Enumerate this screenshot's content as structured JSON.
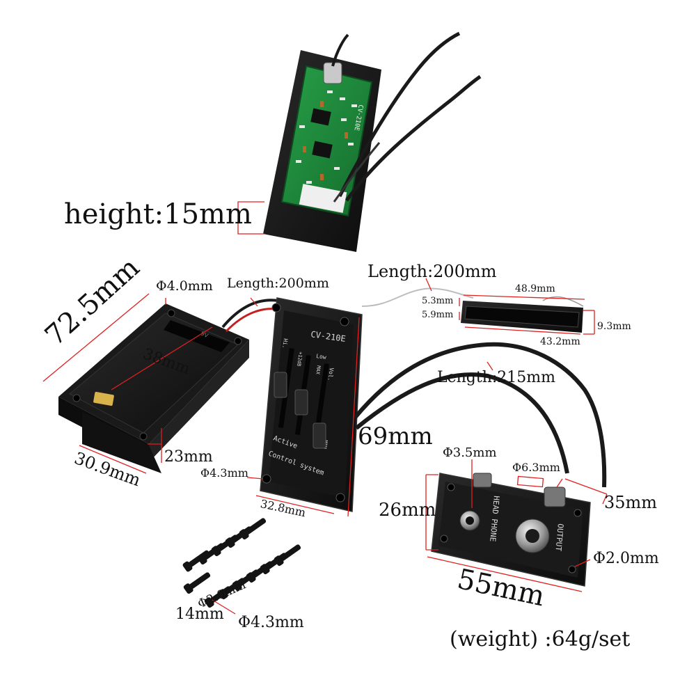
{
  "product": {
    "preamp_model": "CV-210E",
    "panel_labels": {
      "hi": "Hi.",
      "low": "Low",
      "boost_cut": "+12dB",
      "max": "MAX",
      "vol": "Vol.",
      "min": "MIN",
      "footer_line1": "Active",
      "footer_line2": "Control system"
    },
    "jack_plate_labels": {
      "headphone": "HEAD PHONE",
      "output": "OUTPUT"
    },
    "pcb_label": "CV-210E",
    "battery_box_label": "9V"
  },
  "annotations": {
    "pcb_height": "height:15mm",
    "battery_hole": "Φ4.0mm",
    "battery_length": "72.5mm",
    "battery_width": "38mm",
    "battery_height": "23mm",
    "battery_depth": "30.9mm",
    "battery_cable": "Length:200mm",
    "piezo_cable": "Length:200mm",
    "pickup_length": "48.9mm",
    "pickup_thick_a": "5.3mm",
    "pickup_thick_b": "5.9mm",
    "pickup_height": "9.3mm",
    "pickup_inner": "43.2mm",
    "jack_cable": "Length:215mm",
    "panel_height": "69mm",
    "panel_hole": "Φ4.3mm",
    "panel_width": "32.8mm",
    "headphone_hole": "Φ3.5mm",
    "output_hole": "Φ6.3mm",
    "jack_depth": "35mm",
    "jack_plate_height": "26mm",
    "jack_plate_hole": "Φ2.0mm",
    "jack_plate_width": "55mm",
    "screw_shaft": "Φ2.0mm",
    "screw_length": "14mm",
    "screw_head": "Φ4.3mm",
    "weight": "(weight) :64g/set"
  },
  "colors": {
    "dimension_line": "#e02020",
    "body_black": "#141414",
    "pcb_green": "#1f8a3a",
    "cable": "#1a1a1a",
    "red_wire": "#c42020"
  }
}
